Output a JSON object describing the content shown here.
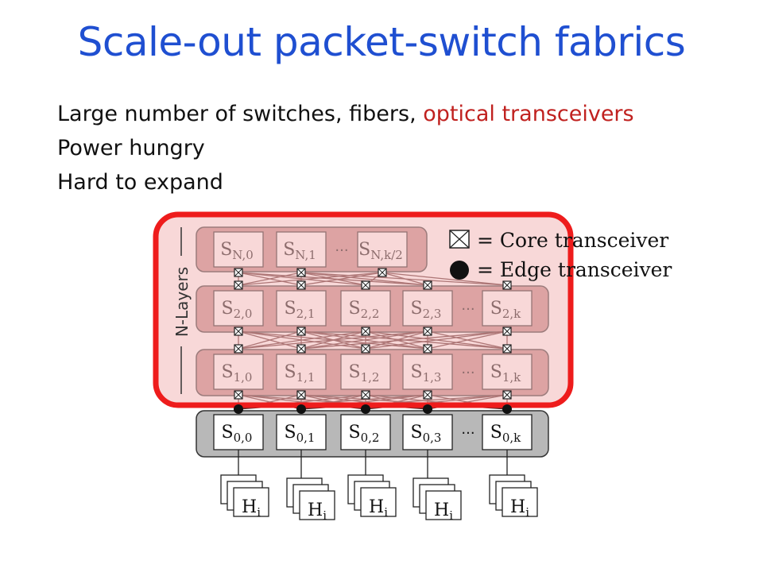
{
  "slide": {
    "title": "Scale-out packet-switch fabrics",
    "bullets": [
      {
        "text": "Large number of switches, fibers, ",
        "highlight": "optical transceivers"
      },
      {
        "text": "Power hungry",
        "highlight": ""
      },
      {
        "text": "Hard to expand",
        "highlight": ""
      }
    ]
  },
  "colors": {
    "title": "#1f4fd1",
    "highlight": "#c0211f",
    "outline": "#ee1c1c",
    "overlay": "#f2b8b8",
    "layer_band": "#c48b8b",
    "edge_band": "#b8b8b8"
  },
  "diagram": {
    "layers_label": "N-Layers",
    "legend": [
      {
        "icon": "core-transceiver-icon",
        "text": "= Core transceiver"
      },
      {
        "icon": "edge-transceiver-icon",
        "text": "= Edge transceiver"
      }
    ],
    "ellipsis": "...",
    "layers": [
      {
        "id": "N",
        "switches": [
          {
            "base": "S",
            "sub": "N,0"
          },
          {
            "base": "S",
            "sub": "N,1"
          },
          {
            "base": "S",
            "sub": "N,k/2"
          }
        ]
      },
      {
        "id": "2",
        "switches": [
          {
            "base": "S",
            "sub": "2,0"
          },
          {
            "base": "S",
            "sub": "2,1"
          },
          {
            "base": "S",
            "sub": "2,2"
          },
          {
            "base": "S",
            "sub": "2,3"
          },
          {
            "base": "S",
            "sub": "2,k"
          }
        ]
      },
      {
        "id": "1",
        "switches": [
          {
            "base": "S",
            "sub": "1,0"
          },
          {
            "base": "S",
            "sub": "1,1"
          },
          {
            "base": "S",
            "sub": "1,2"
          },
          {
            "base": "S",
            "sub": "1,3"
          },
          {
            "base": "S",
            "sub": "1,k"
          }
        ]
      },
      {
        "id": "0",
        "switches": [
          {
            "base": "S",
            "sub": "0,0"
          },
          {
            "base": "S",
            "sub": "0,1"
          },
          {
            "base": "S",
            "sub": "0,2"
          },
          {
            "base": "S",
            "sub": "0,3"
          },
          {
            "base": "S",
            "sub": "0,k"
          }
        ]
      }
    ],
    "host": {
      "base": "H",
      "sub": "i"
    }
  }
}
